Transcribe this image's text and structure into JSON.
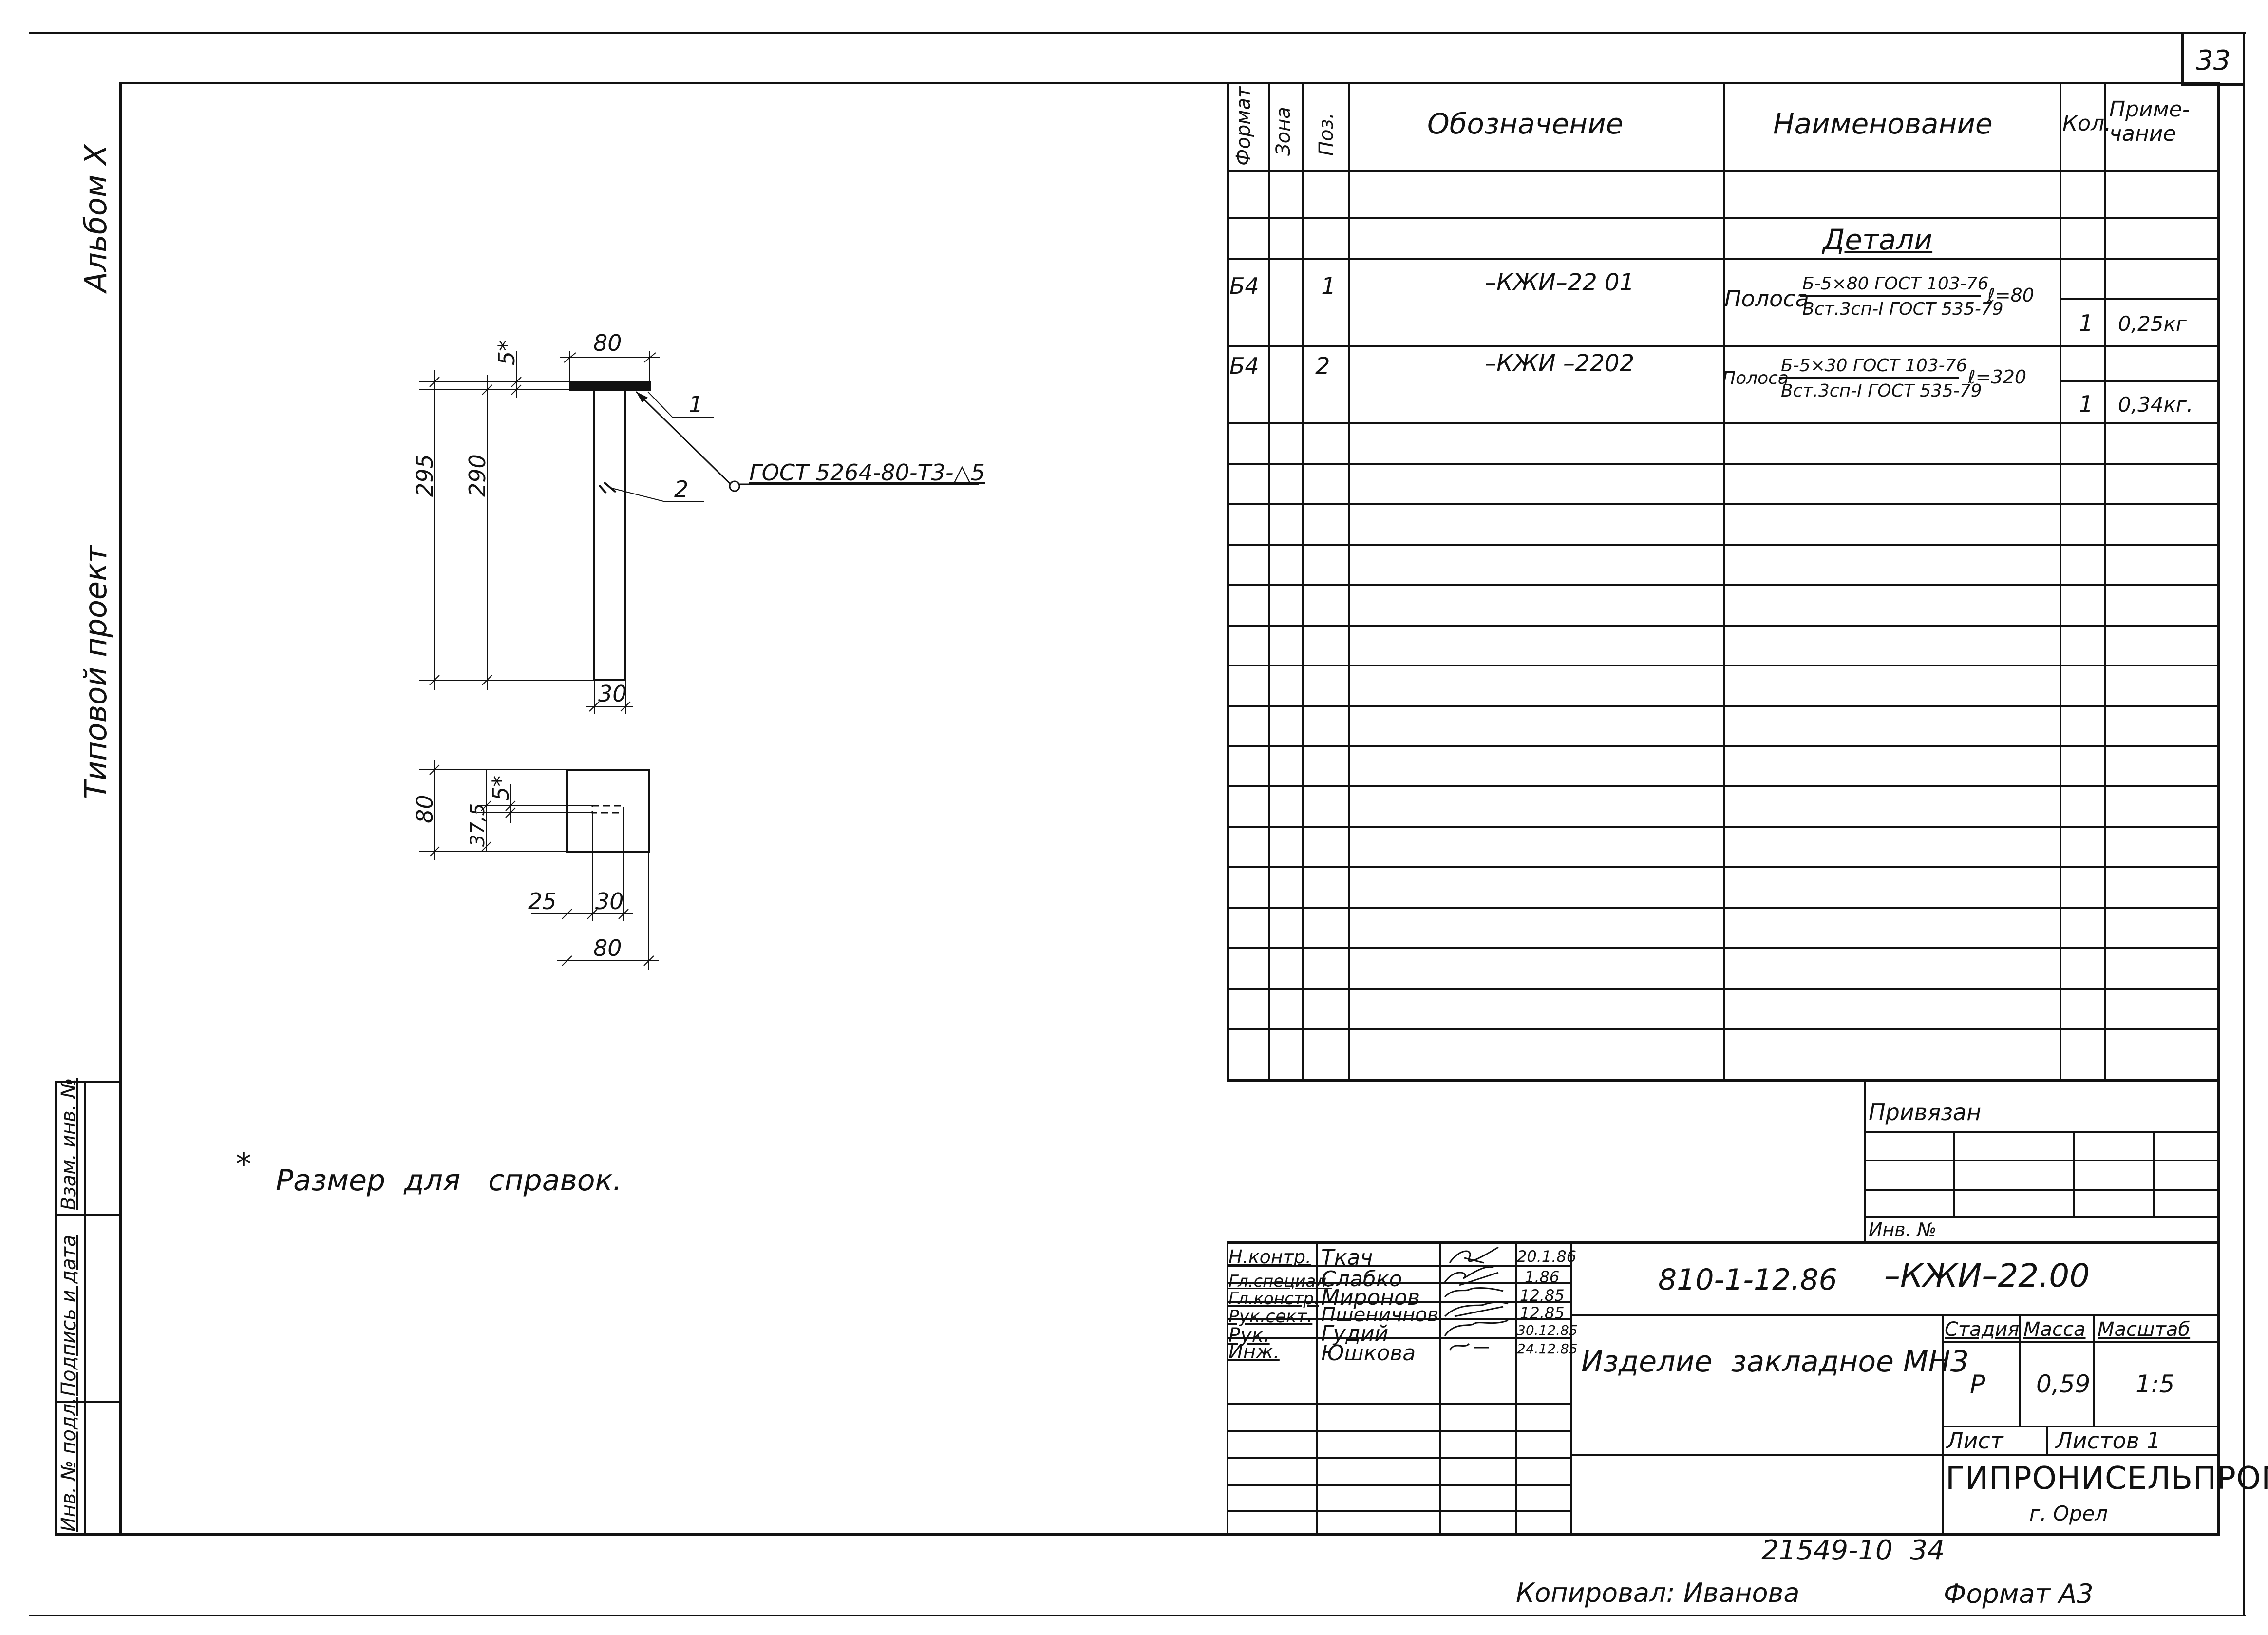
{
  "sheet": {
    "page_number": "33",
    "album": "Альбом X",
    "project_type": "Типовой проект",
    "copied_by": "Копировал: Иванова",
    "format": "Формат А3",
    "archive_number": "21549-10  34"
  },
  "left_stamp": {
    "cells": [
      "Взам. инв. №",
      "Подпись и дата",
      "Инв. № подл."
    ]
  },
  "spec": {
    "headers": {
      "format": "Формат",
      "zone": "Зона",
      "pos": "Поз.",
      "designation": "Обозначение",
      "name": "Наименование",
      "qty": "Кол.",
      "note": "Приме-\nчание"
    },
    "section_title": "Детали",
    "rows": [
      {
        "format": "Б4",
        "pos": "1",
        "designation": "–КЖИ–22 01",
        "name_prefix": "Полоса",
        "name_top": "Б-5×80 ГОСТ 103-76",
        "name_bottom": "Вст.3сп-I ГОСТ 535-79",
        "length": "ℓ=80",
        "qty": "1",
        "note": "0,25кг"
      },
      {
        "format": "Б4",
        "pos": "2",
        "designation": "–КЖИ –2202",
        "name_prefix": "Полоса",
        "name_top": "Б-5×30 ГОСТ 103-76",
        "name_bottom": "Вст.3сп-I ГОСТ 535-79",
        "length": "ℓ=320",
        "qty": "1",
        "note": "0,34кг."
      }
    ]
  },
  "drawing": {
    "dims": {
      "top_width": "80",
      "top_thickness": "5*",
      "total_height": "295",
      "stem_height": "290",
      "stem_width": "30",
      "plan_height": "80",
      "plan_offset": "37,5",
      "plan_thick": "5*",
      "plan_left": "25",
      "plan_stem": "30",
      "plan_width": "80"
    },
    "leaders": {
      "pos1": "1",
      "pos2": "2"
    },
    "weld": "ГОСТ 5264-80-Т3-△5",
    "footnote_star": "*",
    "footnote": "Размер  для   справок."
  },
  "binding": {
    "title": "Привязан",
    "inv": "Инв. №"
  },
  "title_block": {
    "roles": [
      "Н.контр.",
      "Гл.специал.",
      "Гл.констр.",
      "Рук.сект.",
      "Рук.",
      "Инж."
    ],
    "names": [
      "Ткач",
      "Слабко",
      "Миронов",
      "Пшеничнов",
      "Гудий",
      "Юшкова"
    ],
    "dates": [
      "20.1.86",
      "1.86",
      "12.85",
      "12.85",
      "30.12.85",
      "24.12.85"
    ],
    "doc_number": "810-1-12.86",
    "doc_code": "–КЖИ–22.00",
    "item_name": "Изделие  закладное МН3",
    "stage_label": "Стадия",
    "mass_label": "Масса",
    "scale_label": "Масштаб",
    "stage": "Р",
    "mass": "0,59",
    "scale": "1:5",
    "sheet_label": "Лист",
    "sheets_label": "Листов 1",
    "org": "ГИПРОНИСЕЛЬПРОМ",
    "city": "г. Орел"
  }
}
